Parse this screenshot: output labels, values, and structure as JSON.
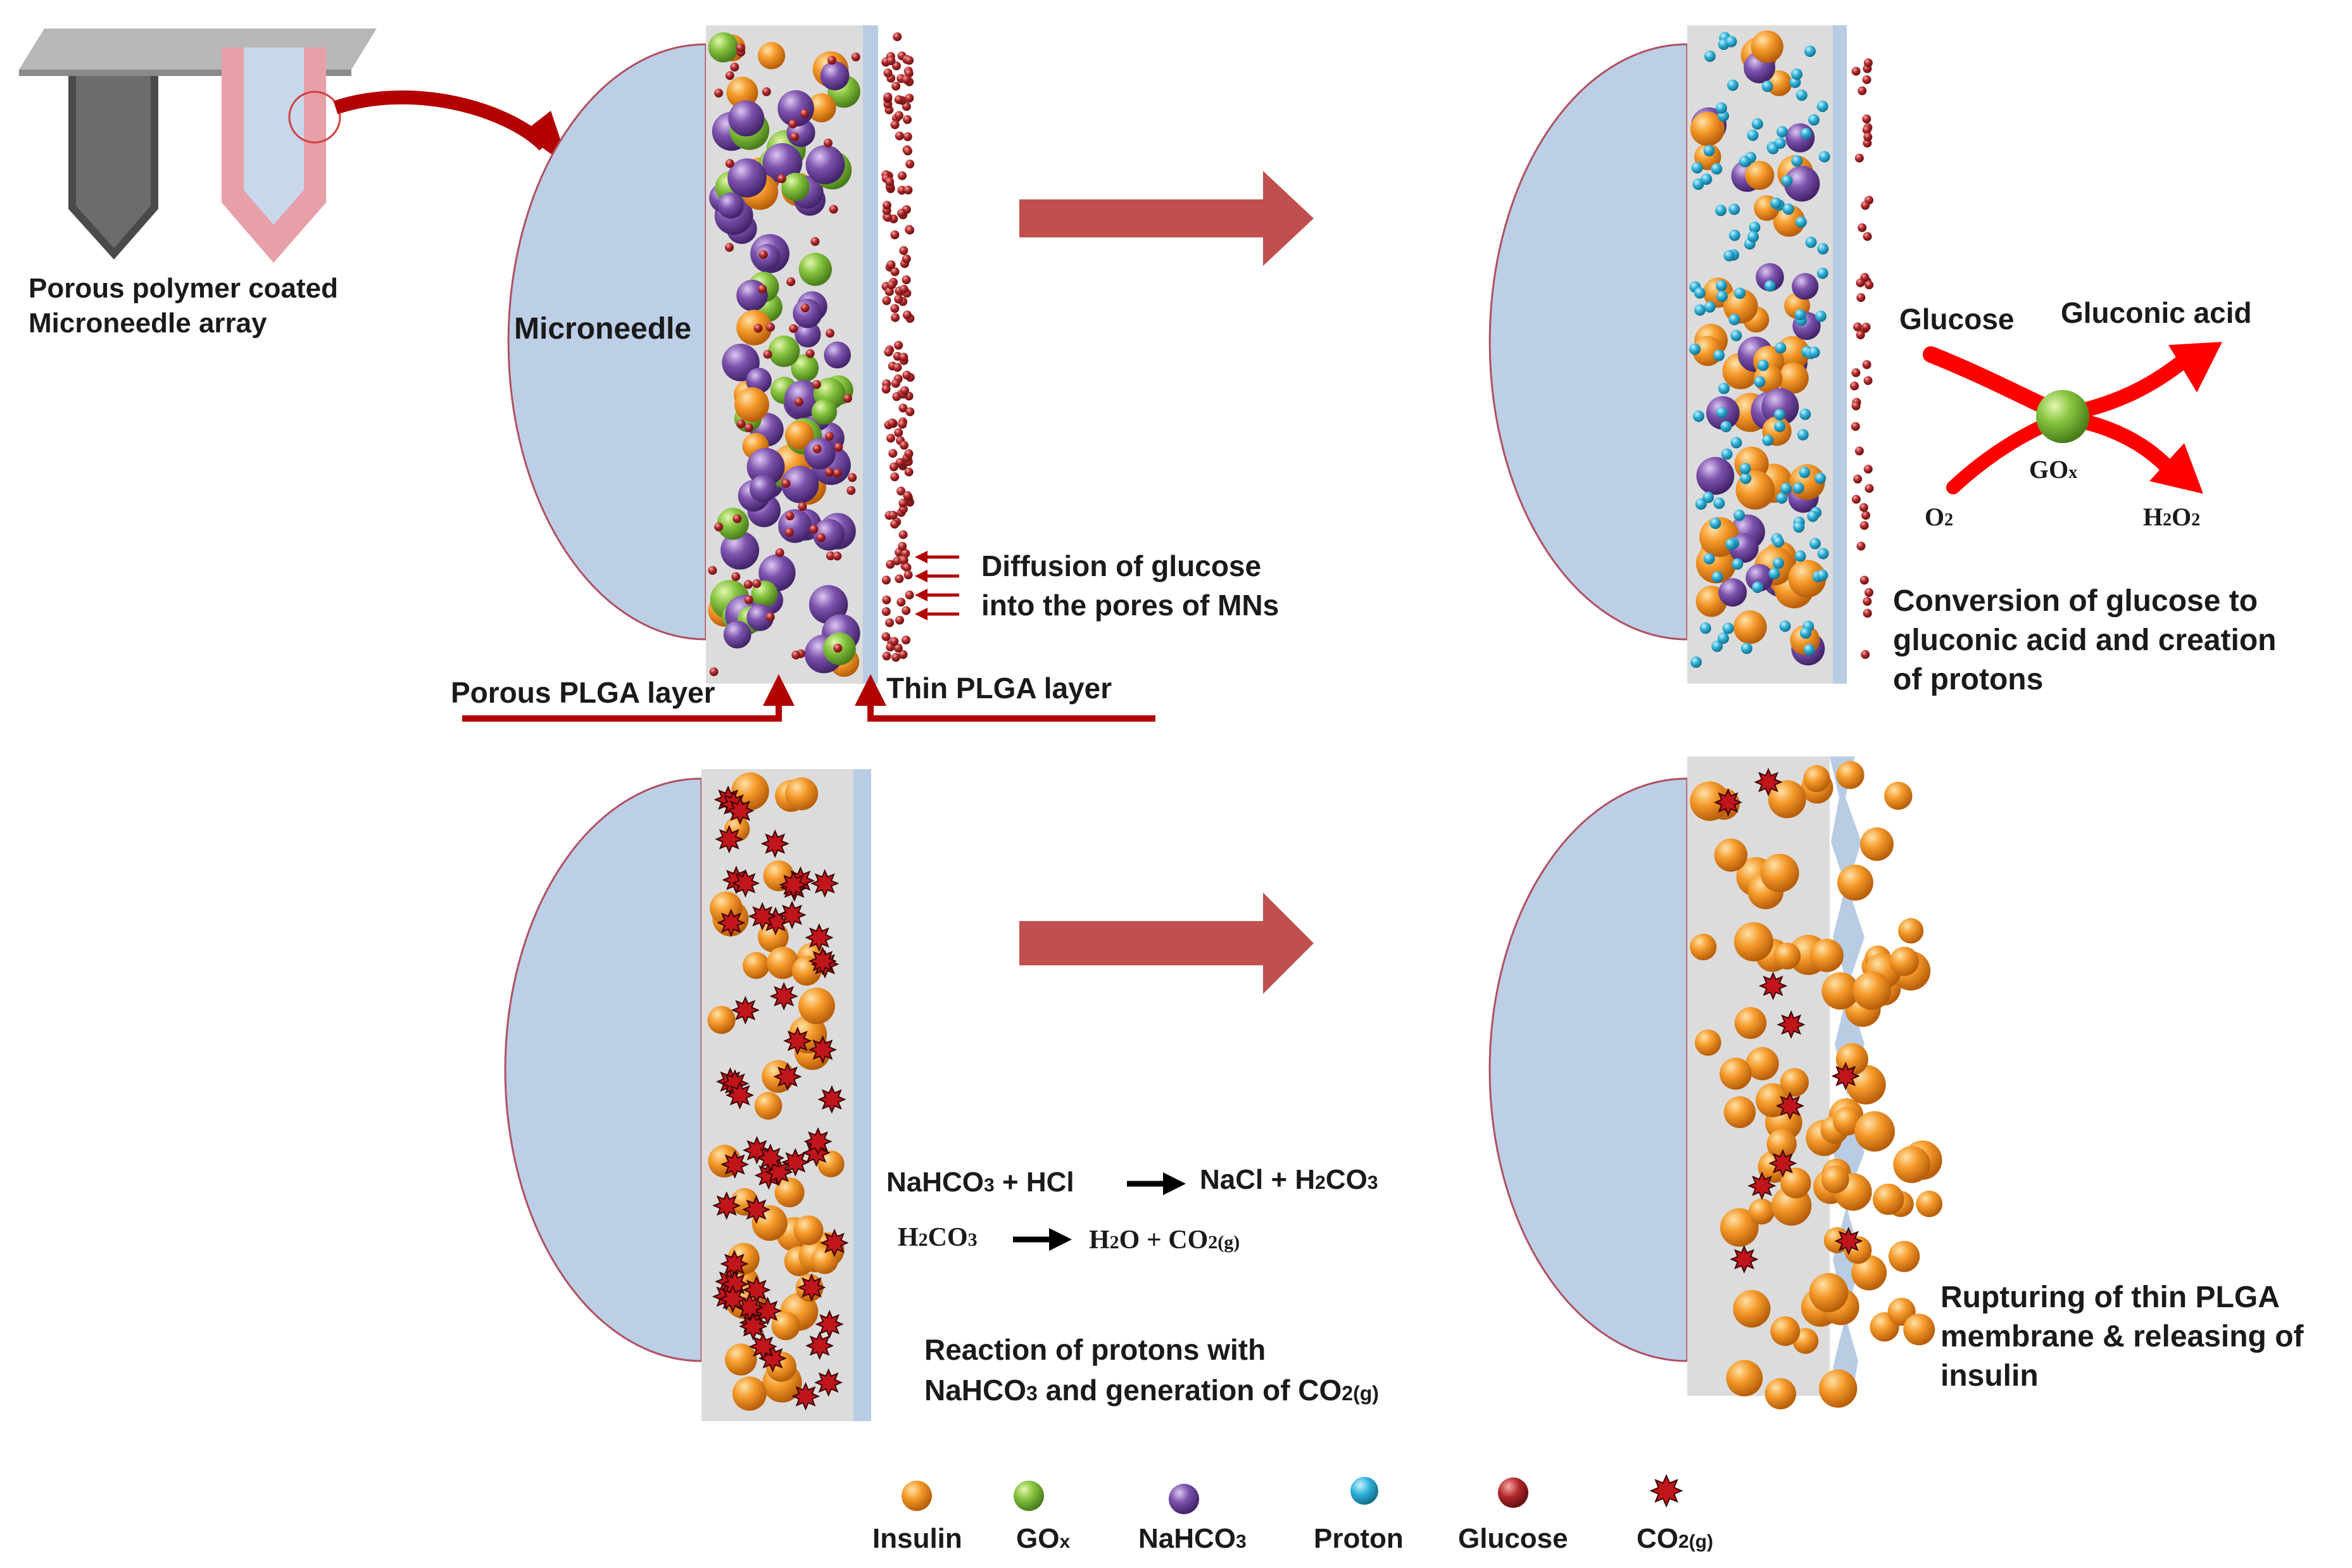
{
  "colors": {
    "insulin": "#f08c1e",
    "gox": "#7cbc3c",
    "nahco3": "#7a4ea8",
    "proton": "#2eb0d8",
    "glucose": "#b0282a",
    "co2": "#c0151b",
    "needle": "#bccfe6",
    "layer": "#dcdcdc",
    "arrow_big": "#c0504d",
    "arrow_dark": "#b30000",
    "reaction_arrow": "#ff0000"
  },
  "icons": [
    "sem-microneedle-image",
    "coated-microneedle-icon",
    "curved-arrow-icon",
    "right-arrow-icon",
    "co2-bubble-icon"
  ],
  "top_left": {
    "caption_line1": "Porous polymer coated",
    "caption_line2": "Microneedle array"
  },
  "panel1": {
    "needle_label": "Microneedle",
    "diffusion_line1": "Diffusion of glucose",
    "diffusion_line2": "into the pores of  MNs",
    "porous_layer": "Porous PLGA  layer",
    "thin_layer": "Thin PLGA  layer"
  },
  "panel2": {
    "glucose": "Glucose",
    "gluconic_acid": "Gluconic acid",
    "gox": "GO",
    "gox_sub": "x",
    "o2": "O",
    "o2_sub": "2",
    "h2o2_a": "H",
    "h2o2_b": "2",
    "h2o2_c": "O",
    "h2o2_d": "2",
    "caption_line1": "Conversion of glucose to",
    "caption_line2": "gluconic acid and creation",
    "caption_line3": "of protons"
  },
  "panel3": {
    "eq1_left_a": "NaHCO",
    "eq1_left_sub": "3",
    "eq1_left_b": " + HCl",
    "eq1_right_a": "NaCl + H",
    "eq1_right_sub1": "2",
    "eq1_right_b": "CO",
    "eq1_right_sub2": "3",
    "eq2_left_a": "H",
    "eq2_left_sub1": "2",
    "eq2_left_b": "CO",
    "eq2_left_sub2": "3",
    "eq2_right_a": "H",
    "eq2_right_sub1": "2",
    "eq2_right_b": "O + CO",
    "eq2_right_sub2": "2(g)",
    "caption_line1": "Reaction of protons with",
    "caption_line2a": "NaHCO",
    "caption_line2_sub1": "3",
    "caption_line2b": " and generation of CO",
    "caption_line2_sub2": "2(g)"
  },
  "panel4": {
    "caption_line1": "Rupturing of thin PLGA",
    "caption_line2": "membrane & releasing of",
    "caption_line3": "insulin"
  },
  "legend": {
    "insulin": "Insulin",
    "gox": "GO",
    "gox_sub": "x",
    "nahco3": "NaHCO",
    "nahco3_sub": "3",
    "proton": "Proton",
    "glucose": "Glucose",
    "co2": "CO",
    "co2_sub": "2(g)"
  }
}
